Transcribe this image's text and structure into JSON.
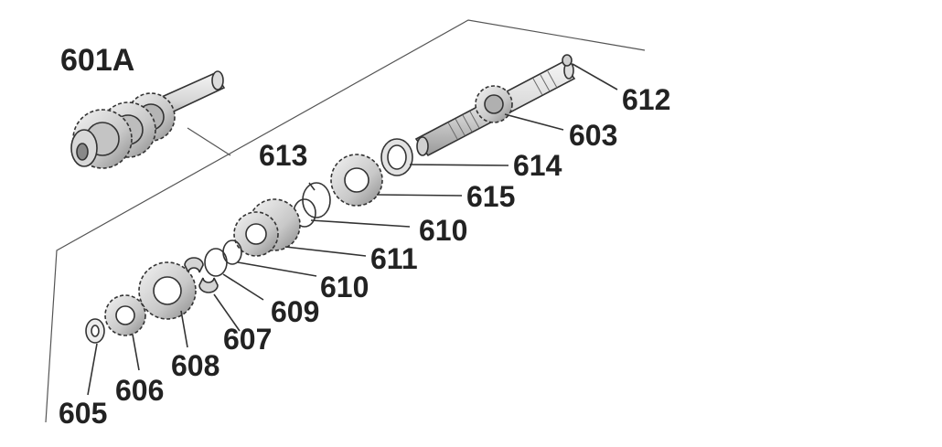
{
  "assembly_label": "601A",
  "callouts": {
    "c612": "612",
    "c603": "603",
    "c614": "614",
    "c615": "615",
    "c613": "613",
    "c610a": "610",
    "c611": "611",
    "c610b": "610",
    "c609": "609",
    "c607": "607",
    "c608": "608",
    "c606": "606",
    "c605": "605"
  },
  "colors": {
    "line": "#333333",
    "gear_light": "#e6e6e6",
    "gear_mid": "#c4c4c4",
    "gear_dark": "#8c8c8c",
    "text": "#222222"
  }
}
